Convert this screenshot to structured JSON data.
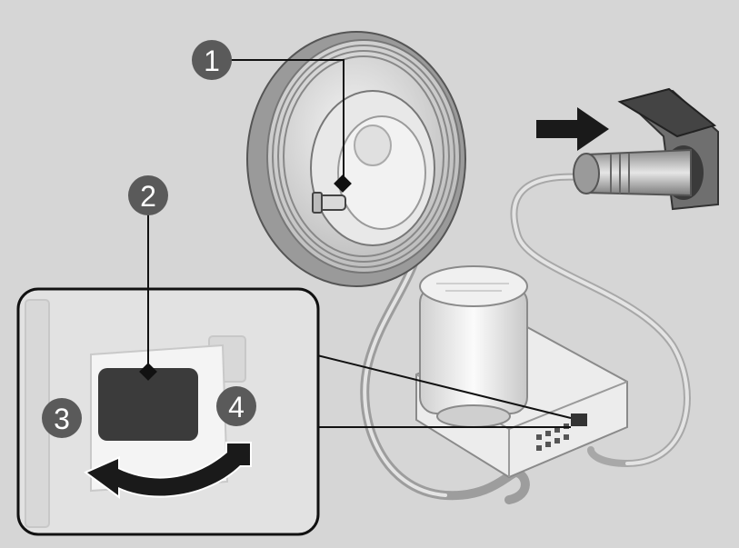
{
  "callouts": [
    {
      "id": "1",
      "label": "1"
    },
    {
      "id": "2",
      "label": "2"
    },
    {
      "id": "3",
      "label": "3"
    },
    {
      "id": "4",
      "label": "4"
    }
  ],
  "colors": {
    "background": "#d6d6d6",
    "callout_fill": "#5a5a5a",
    "line": "#111111",
    "hose": "#bdbdbd"
  },
  "icons": {
    "direction_arrow": "right-arrow-icon",
    "rotate_arrow": "double-curved-arrow-icon"
  }
}
